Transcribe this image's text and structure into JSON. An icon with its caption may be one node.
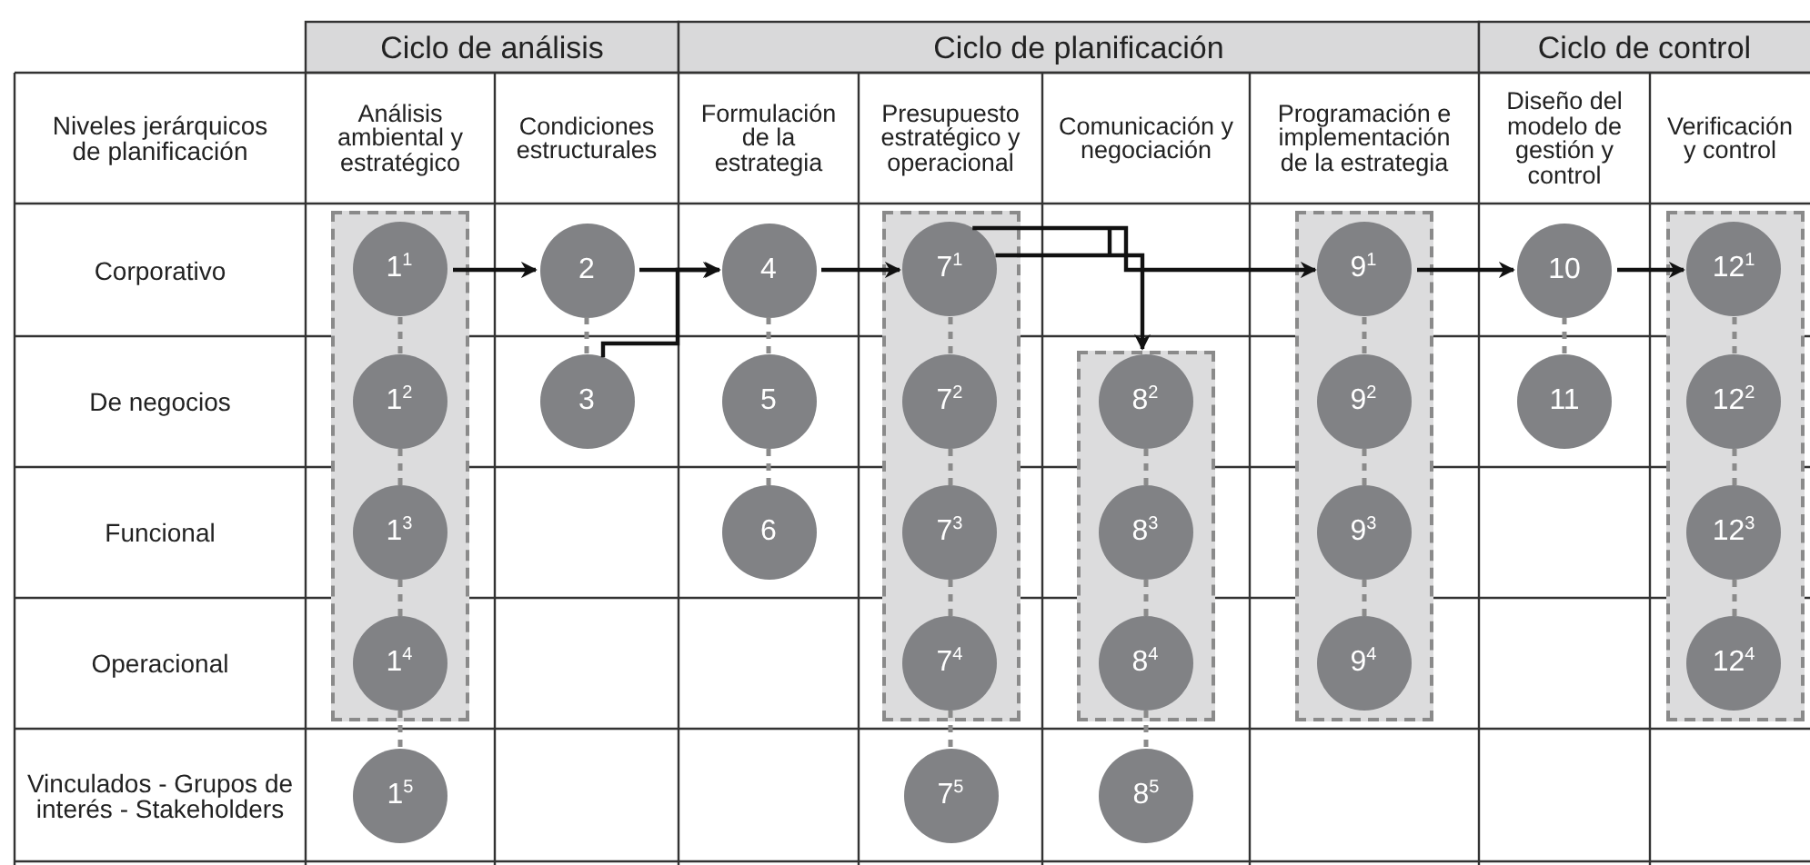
{
  "diagram": {
    "nodes": [
      {
        "text": [],
        "shape": "box"
      },
      {
        "text": [
          "1$^{1}$"
        ],
        "in": 0
      },
      {
        "text": [
          "1$^{2}$"
        ],
        "in": 0
      },
      {
        "text": [
          "1$^{3}$"
        ],
        "in": 0
      },
      {
        "text": [
          "1$^{4}$"
        ],
        "in": 0
      },
      {
        "text": [
          "1$^{5}$"
        ]
      },
      {
        "text": [
          "2"
        ]
      },
      {
        "text": [
          "3"
        ]
      },
      {
        "text": [
          "4"
        ]
      },
      {
        "text": [
          "5"
        ]
      },
      {
        "text": [
          "6"
        ]
      },
      {
        "text": [],
        "shape": "box"
      },
      {
        "text": [
          "7$^{1}$"
        ],
        "in": 11
      },
      {
        "text": [
          "7$^{2}$"
        ],
        "in": 11
      },
      {
        "text": [
          "7$^{3}$"
        ],
        "in": 11
      },
      {
        "text": [
          "7$^{4}$"
        ],
        "in": 11
      },
      {
        "text": [
          "7$^{5}$"
        ]
      },
      {
        "text": [],
        "shape": "box"
      },
      {
        "text": [
          "8$^{2}$"
        ],
        "in": 17
      },
      {
        "text": [
          "8$^{3}$"
        ],
        "in": 17
      },
      {
        "text": [
          "8$^{4}$"
        ],
        "in": 17
      },
      {
        "text": [
          "8$^{5}$"
        ]
      },
      {
        "text": [],
        "shape": "box"
      },
      {
        "text": [
          "9$^{1}$"
        ],
        "in": 22
      },
      {
        "text": [
          "9$^{2}$"
        ],
        "in": 22
      },
      {
        "text": [
          "9$^{3}$"
        ],
        "in": 22
      },
      {
        "text": [
          "9$^{4}$"
        ],
        "in": 22
      },
      {
        "text": [
          "10"
        ]
      },
      {
        "text": [
          "11"
        ]
      },
      {
        "text": [],
        "shape": "box"
      },
      {
        "text": [
          "12$^{1}$"
        ],
        "in": 29
      },
      {
        "text": [
          "12$^{2}$"
        ],
        "in": 29
      },
      {
        "text": [
          "12$^{3}$"
        ],
        "in": 29
      },
      {
        "text": [
          "12$^{4}$"
        ],
        "in": 29
      }
    ],
    "edges": [
      {
        "from": 1,
        "to": 6,
        "arrow": "to",
        "color": "#111111"
      },
      {
        "from": 6,
        "to": 8,
        "arrow": "to",
        "color": "#111111"
      },
      {
        "from": 7,
        "to": 8,
        "arrow": "to",
        "color": "#111111"
      },
      {
        "from": 8,
        "to": 12,
        "arrow": "to",
        "color": "#111111"
      },
      {
        "from": 12,
        "to": 23,
        "arrow": "to",
        "color": "#111111"
      },
      {
        "from": 12,
        "to": 17,
        "arrow": "to",
        "color": "#111111"
      },
      {
        "from": 23,
        "to": 27,
        "arrow": "to",
        "color": "#111111"
      },
      {
        "from": 27,
        "to": 30,
        "arrow": "to",
        "color": "#111111"
      },
      {
        "from": 1,
        "to": 2,
        "arrow": "none",
        "style": "dashed"
      },
      {
        "from": 2,
        "to": 3,
        "arrow": "none",
        "style": "dashed"
      },
      {
        "from": 3,
        "to": 4,
        "arrow": "none",
        "style": "dashed"
      },
      {
        "from": 4,
        "to": 5,
        "arrow": "none",
        "style": "dashed"
      },
      {
        "from": 6,
        "to": 7,
        "arrow": "none",
        "style": "dashed"
      },
      {
        "from": 8,
        "to": 9,
        "arrow": "none",
        "style": "dashed"
      },
      {
        "from": 9,
        "to": 10,
        "arrow": "none",
        "style": "dashed"
      },
      {
        "from": 12,
        "to": 13,
        "arrow": "none",
        "style": "dashed"
      },
      {
        "from": 13,
        "to": 14,
        "arrow": "none",
        "style": "dashed"
      },
      {
        "from": 14,
        "to": 15,
        "arrow": "none",
        "style": "dashed"
      },
      {
        "from": 15,
        "to": 16,
        "arrow": "none",
        "style": "dashed"
      },
      {
        "from": 18,
        "to": 19,
        "arrow": "none",
        "style": "dashed"
      },
      {
        "from": 19,
        "to": 20,
        "arrow": "none",
        "style": "dashed"
      },
      {
        "from": 20,
        "to": 21,
        "arrow": "none",
        "style": "dashed"
      },
      {
        "from": 23,
        "to": 24,
        "arrow": "none",
        "style": "dashed"
      },
      {
        "from": 24,
        "to": 25,
        "arrow": "none",
        "style": "dashed"
      },
      {
        "from": 25,
        "to": 26,
        "arrow": "none",
        "style": "dashed"
      },
      {
        "from": 27,
        "to": 28,
        "arrow": "none",
        "style": "dashed"
      },
      {
        "from": 30,
        "to": 31,
        "arrow": "none",
        "style": "dashed"
      },
      {
        "from": 31,
        "to": 32,
        "arrow": "none",
        "style": "dashed"
      },
      {
        "from": 32,
        "to": 33,
        "arrow": "none",
        "style": "dashed"
      }
    ],
    "labels": [
      "Ciclo de análisis",
      "Ciclo de planificación",
      "Ciclo de control",
      "Niveles jerárquicos de planificación",
      "Análisis ambiental y estratégico",
      "Condiciones estructurales",
      "Formulación de la estrategia",
      "Presupuesto estratégico y operacional",
      "Comunicación y negociación",
      "Programación e implementación de la estrategia",
      "Diseño del modelo de gestión y control",
      "Verificación y control",
      "Corporativo",
      "De negocios",
      "Funcional",
      "Operacional",
      "Vinculados - Grupos de interés - Stakeholders"
    ]
  }
}
